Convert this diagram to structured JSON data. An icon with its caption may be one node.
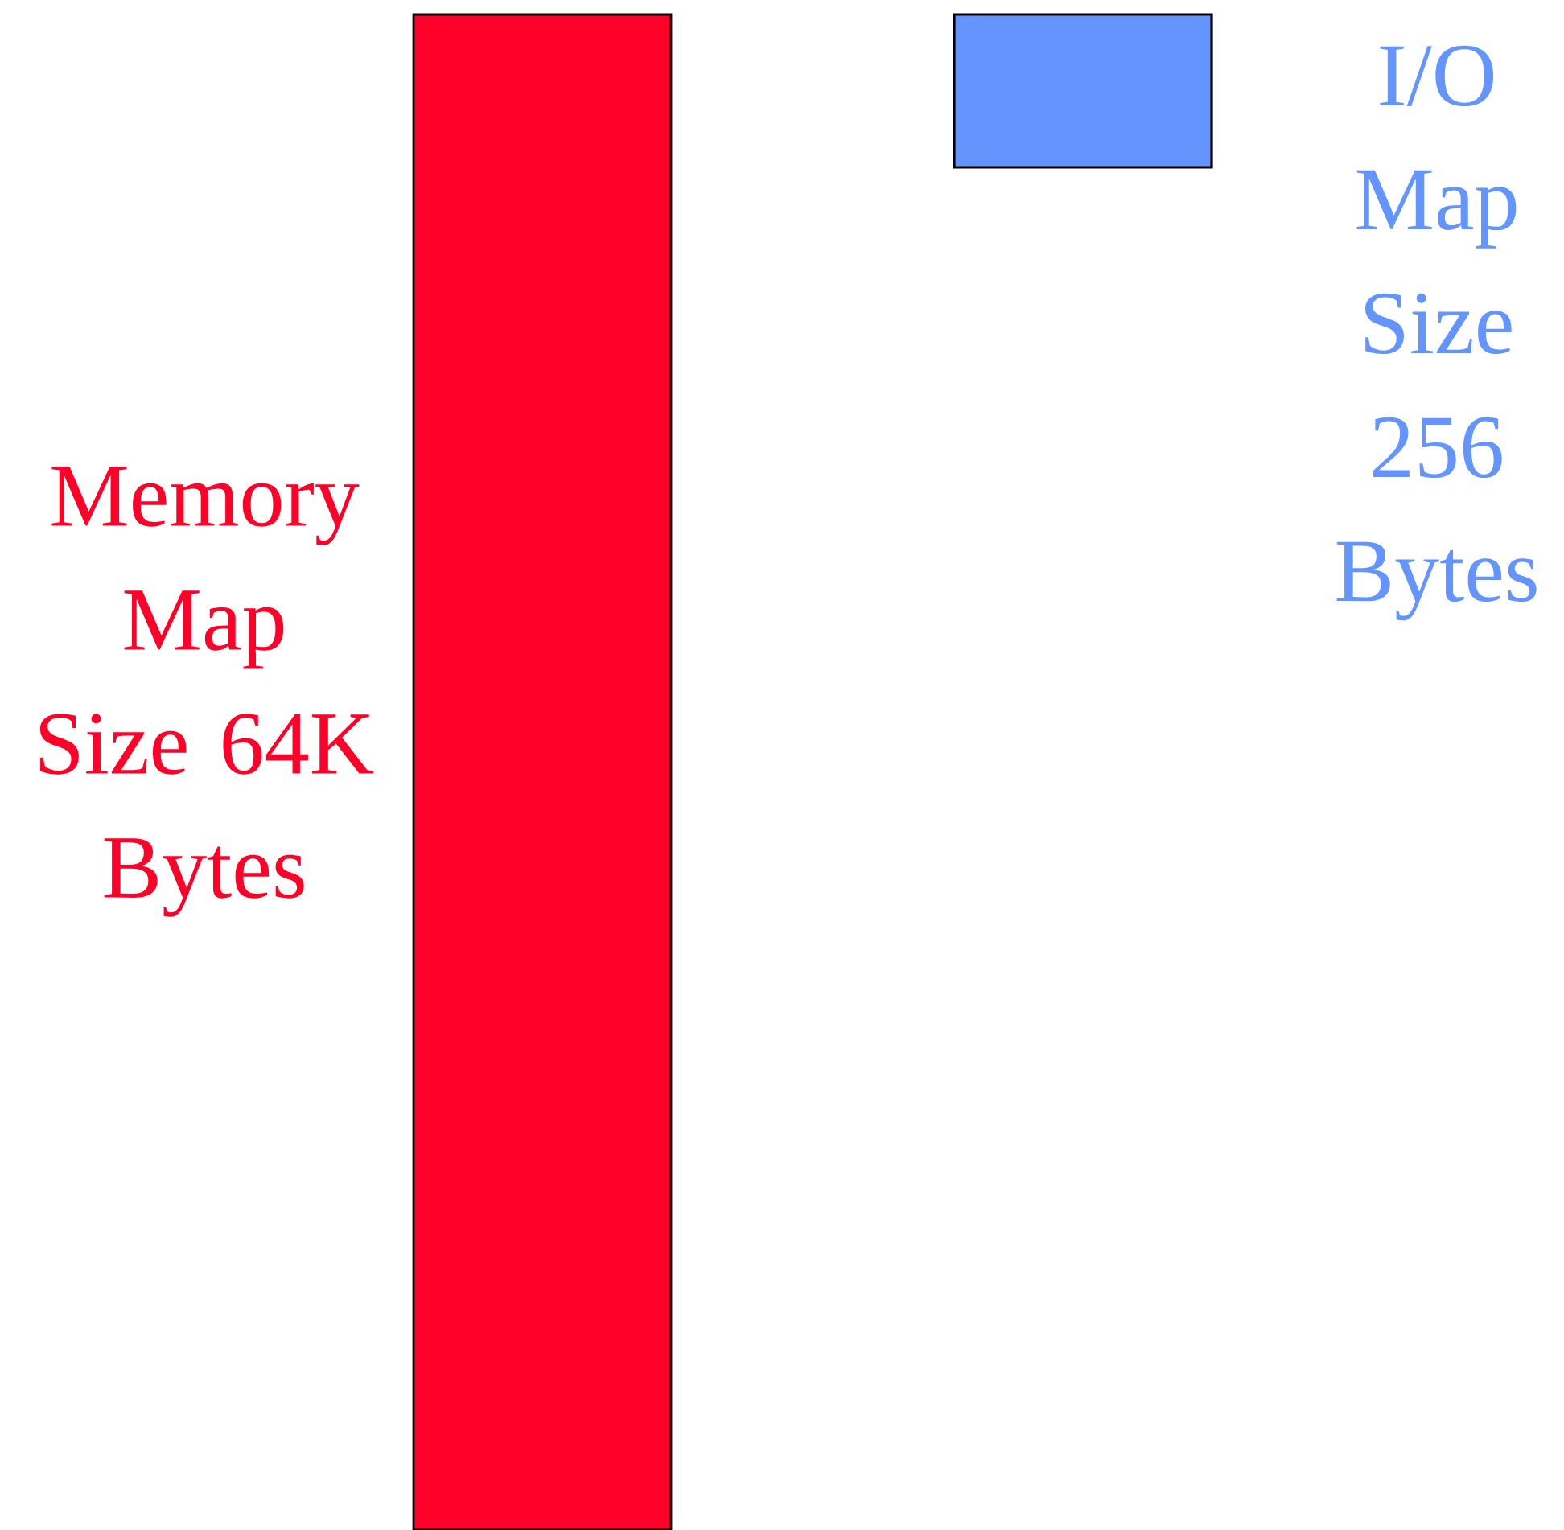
{
  "diagram": {
    "nodes": [
      {
        "text": [],
        "shape": "bar",
        "beside": [
          "Memory Map Size 64K Bytes"
        ]
      },
      {
        "text": [],
        "shape": "box",
        "beside": [
          "I/O Map Size 256 Bytes"
        ]
      }
    ]
  }
}
